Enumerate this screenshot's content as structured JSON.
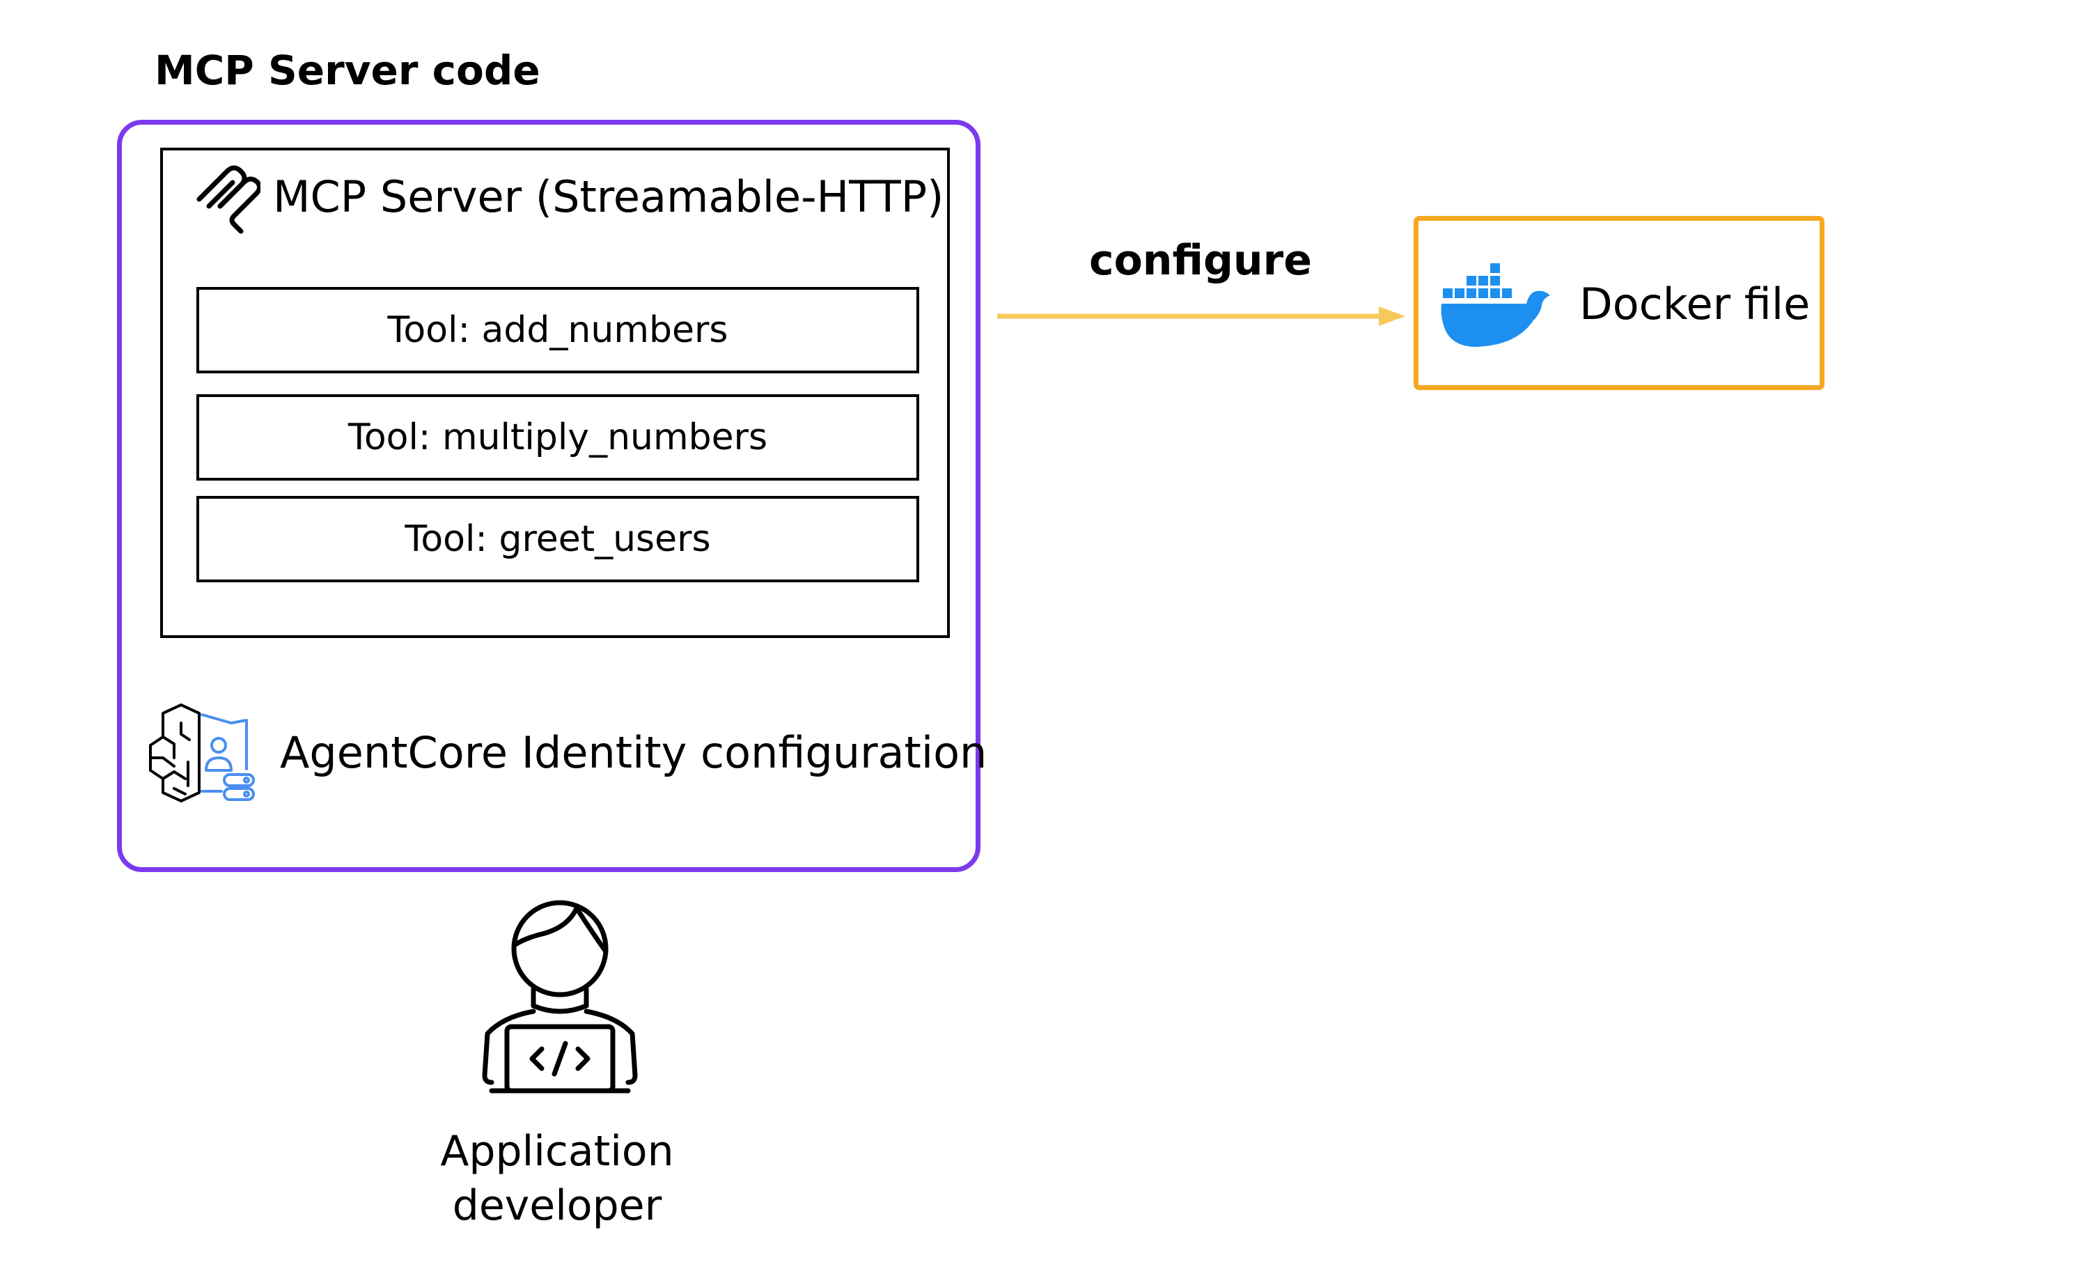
{
  "diagram": {
    "section_title": "MCP Server code",
    "server": {
      "title": "MCP Server (Streamable-HTTP)",
      "tools": [
        "Tool: add_numbers",
        "Tool: multiply_numbers",
        "Tool: greet_users"
      ]
    },
    "identity": {
      "label": "AgentCore Identity configuration"
    },
    "arrow": {
      "label": "configure"
    },
    "target": {
      "label": "Docker file"
    },
    "actor": {
      "line1": "Application",
      "line2": "developer"
    }
  },
  "colors": {
    "outer_border": "#7c3aed",
    "docker_border": "#f6a821",
    "arrow": "#f7c85a",
    "docker_blue": "#1d8ff0",
    "identity_blue": "#4a8ef0"
  },
  "icons": {
    "server": "mcp-logo-icon",
    "identity": "agentcore-identity-icon",
    "docker": "docker-whale-icon",
    "developer": "developer-laptop-icon"
  }
}
